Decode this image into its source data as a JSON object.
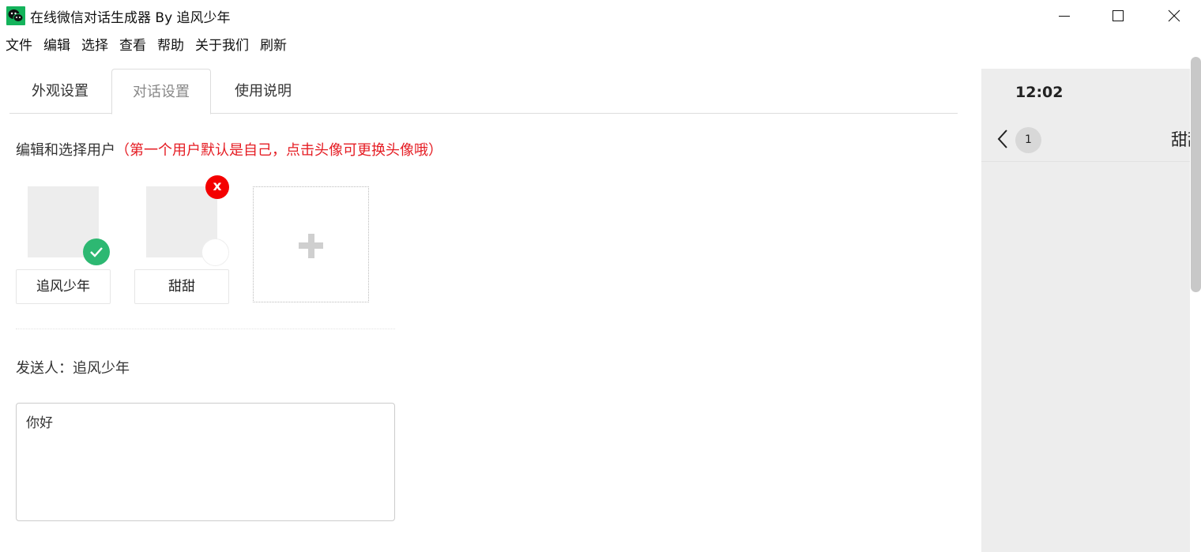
{
  "window": {
    "title": "在线微信对话生成器 By 追风少年",
    "icon": "wechat-icon",
    "controls": [
      "minimize",
      "maximize",
      "close"
    ]
  },
  "menu": {
    "items": [
      "文件",
      "编辑",
      "选择",
      "查看",
      "帮助",
      "关于我们",
      "刷新"
    ]
  },
  "tabs": {
    "items": [
      {
        "label": "外观设置",
        "active": false
      },
      {
        "label": "对话设置",
        "active": true
      },
      {
        "label": "使用说明",
        "active": false
      }
    ]
  },
  "users_section": {
    "title": "编辑和选择用户",
    "hint": "（第一个用户默认是自己，点击头像可更换头像哦）",
    "users": [
      {
        "name": "追风少年",
        "selected": true,
        "deletable": false
      },
      {
        "name": "甜甜",
        "selected": false,
        "deletable": true,
        "delete_label": "x"
      }
    ],
    "add_icon": "plus-icon"
  },
  "sender": {
    "label": "发送人：",
    "name": "追风少年"
  },
  "message": {
    "value": "你好"
  },
  "colors": {
    "accent_green": "#2db872",
    "delete_red": "#f40000",
    "hint_red": "#e51c23",
    "preview_bg": "#ededed"
  },
  "preview": {
    "time": "12:02",
    "unread_count": "1",
    "chat_title": "甜甜"
  }
}
